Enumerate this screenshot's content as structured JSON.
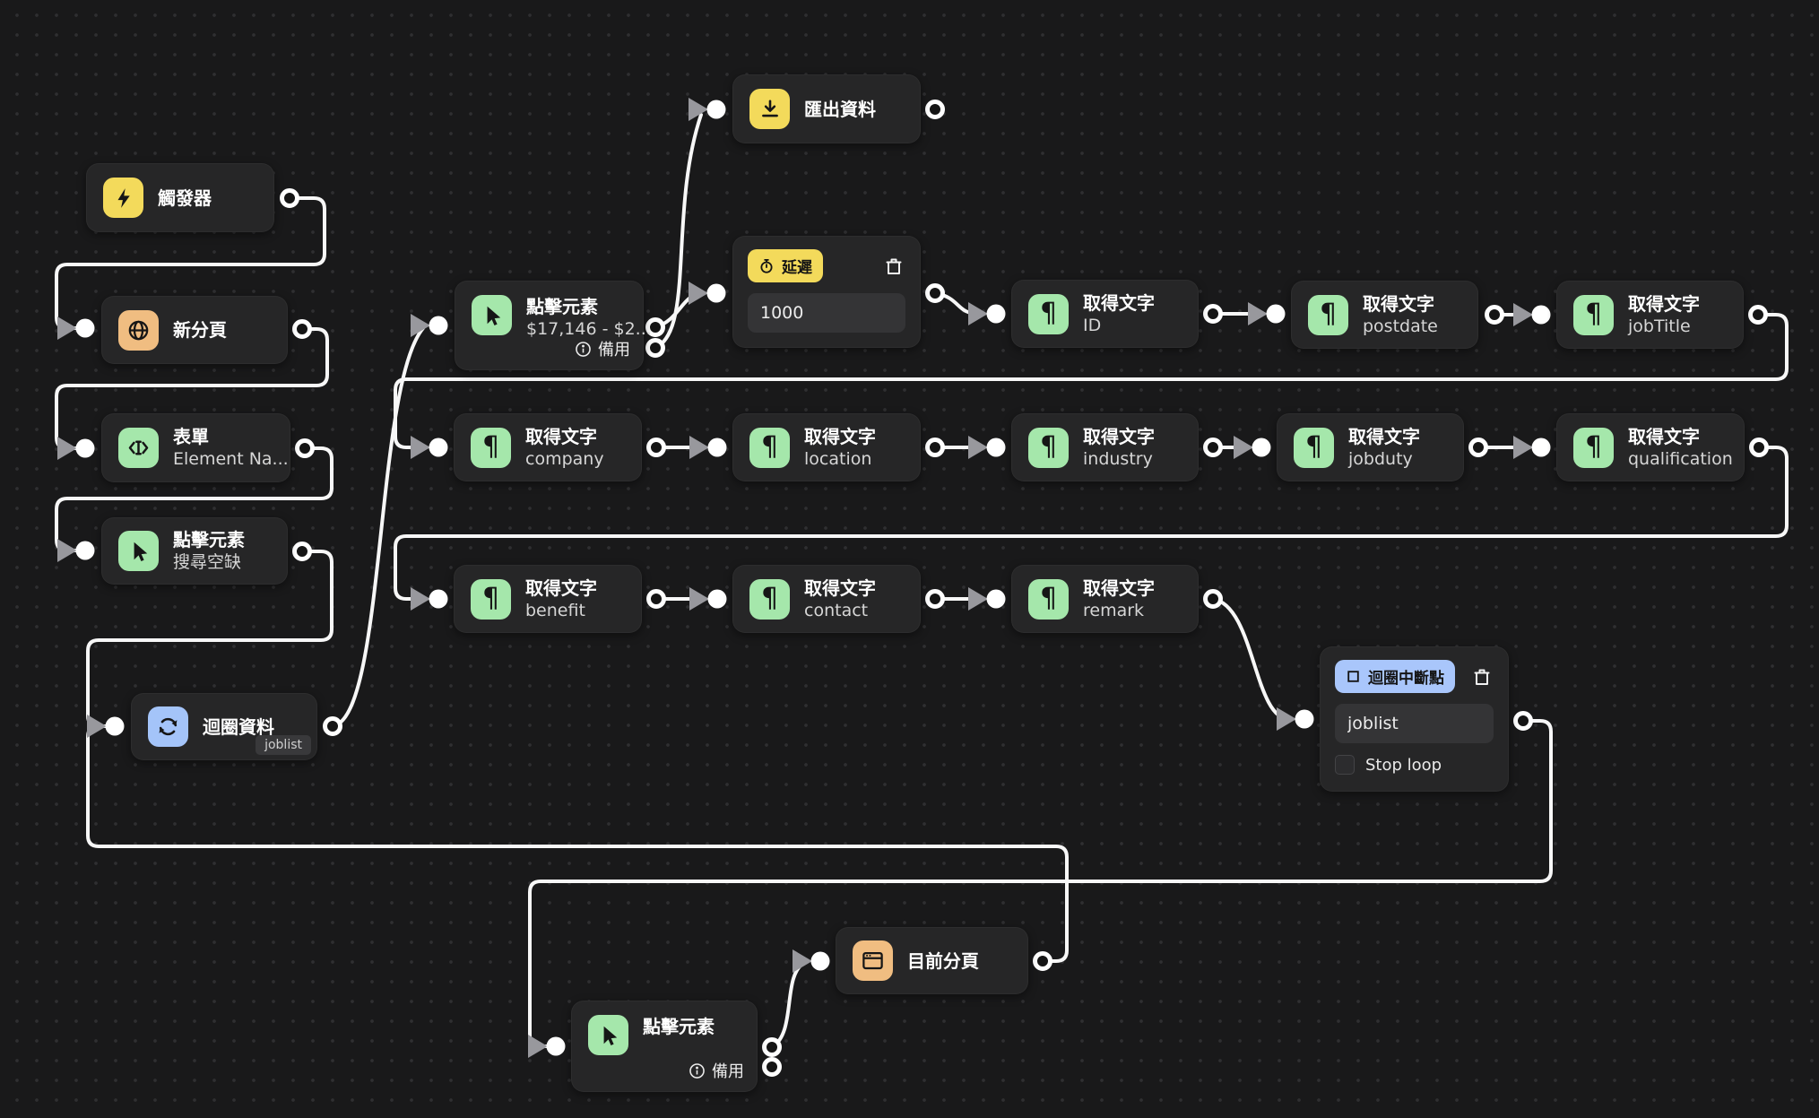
{
  "editor": {
    "kind": "workflow-canvas"
  },
  "colors": {
    "canvas_bg": "#19191a",
    "node_bg": "#262627",
    "edge": "#f7f7f7",
    "icon_yellow": "#f3da5b",
    "icon_orange": "#f0bd81",
    "icon_green": "#a5e7ab",
    "icon_blue": "#a4c4f9",
    "badge_blue": "#a9c6fb"
  },
  "nodes": {
    "trigger": {
      "title": "觸發器",
      "icon": "lightning-icon"
    },
    "new_tab": {
      "title": "新分頁",
      "icon": "globe-icon"
    },
    "form": {
      "title": "表單",
      "subtitle": "Element Na...",
      "icon": "text-input-icon"
    },
    "click_search": {
      "title": "點擊元素",
      "subtitle": "搜尋空缺",
      "icon": "cursor-icon"
    },
    "loop_data": {
      "title": "迴圈資料",
      "tag": "joblist",
      "icon": "loop-icon"
    },
    "click_next": {
      "title": "點擊元素",
      "subtitle": "$17,146 - $2...",
      "fallback": "備用",
      "icon": "cursor-icon"
    },
    "export_data": {
      "title": "匯出資料",
      "icon": "download-icon"
    },
    "delay": {
      "badge": "延遲",
      "value": "1000",
      "icon": "stopwatch-icon"
    },
    "loop_break": {
      "badge": "迴圈中斷點",
      "value": "joblist",
      "checkbox_label": "Stop loop",
      "checked": false,
      "icon": "stop-square-icon"
    },
    "current_tab": {
      "title": "目前分頁",
      "icon": "browser-tab-icon"
    },
    "click_page": {
      "title": "點擊元素",
      "fallback": "備用",
      "icon": "cursor-icon"
    },
    "get_text": {
      "title": "取得文字",
      "items": [
        {
          "subtitle": "ID"
        },
        {
          "subtitle": "postdate"
        },
        {
          "subtitle": "jobTitle"
        },
        {
          "subtitle": "company"
        },
        {
          "subtitle": "location"
        },
        {
          "subtitle": "industry"
        },
        {
          "subtitle": "jobduty"
        },
        {
          "subtitle": "qualification"
        },
        {
          "subtitle": "benefit"
        },
        {
          "subtitle": "contact"
        },
        {
          "subtitle": "remark"
        }
      ]
    }
  }
}
